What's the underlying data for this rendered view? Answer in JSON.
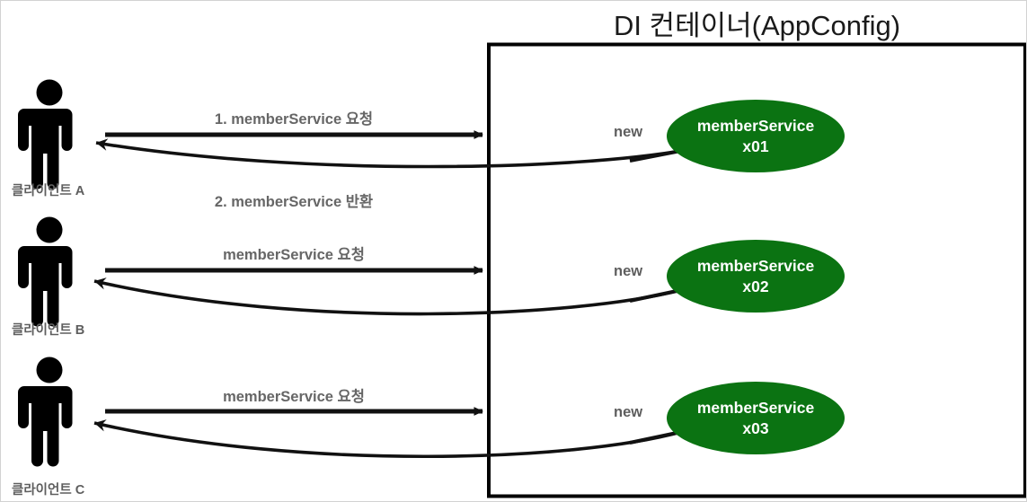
{
  "diagram": {
    "title": "DI 컨테이너(AppConfig)",
    "colors": {
      "bean_fill": "#0b7312",
      "bean_text": "#ffffff",
      "arrow": "#111111",
      "label_text": "#666666",
      "person": "#000000",
      "container_border": "#000000",
      "frame_border": "#d2d2d2",
      "background": "#ffffff"
    },
    "clients": [
      {
        "label": "클라이언트 A",
        "icon": "person-icon"
      },
      {
        "label": "클라이언트 B",
        "icon": "person-icon"
      },
      {
        "label": "클라이언트 C",
        "icon": "person-icon"
      }
    ],
    "flows": [
      {
        "request_label": "1. memberService 요청",
        "response_label": "2. memberService 반환",
        "new_label": "new"
      },
      {
        "request_label": "memberService 요청",
        "response_label": "",
        "new_label": "new"
      },
      {
        "request_label": "memberService 요청",
        "response_label": "",
        "new_label": "new"
      }
    ],
    "beans": [
      {
        "name": "memberService",
        "instance": "x01"
      },
      {
        "name": "memberService",
        "instance": "x02"
      },
      {
        "name": "memberService",
        "instance": "x03"
      }
    ]
  }
}
